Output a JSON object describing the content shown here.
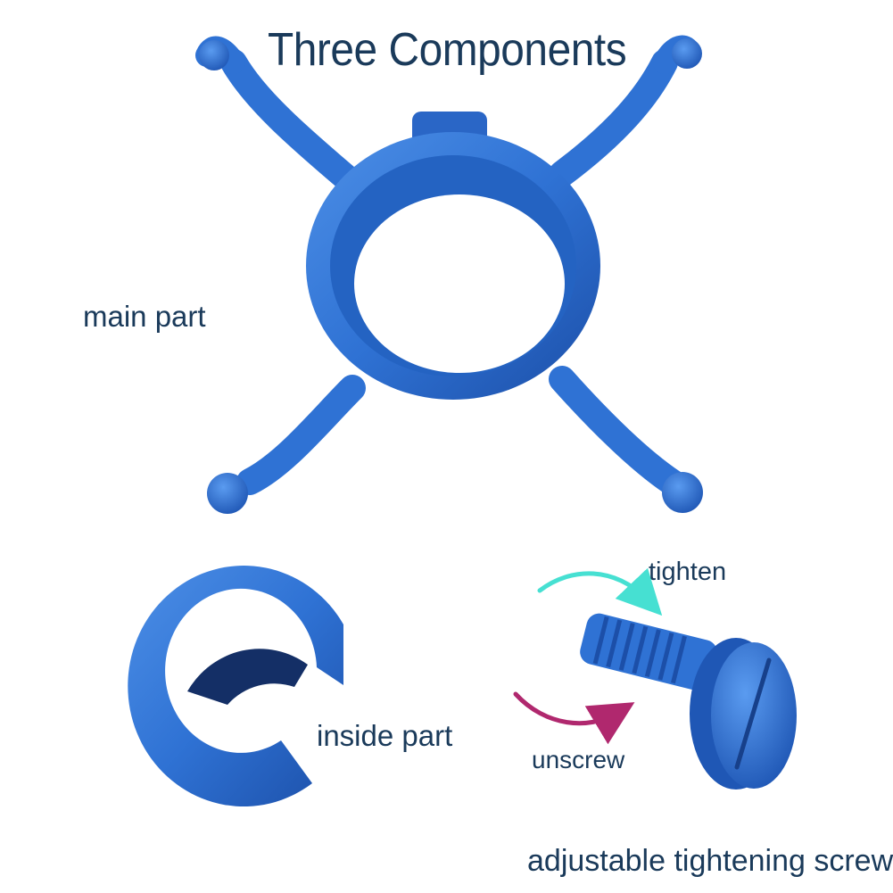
{
  "title": "Three Components",
  "labels": {
    "main_part": "main part",
    "inside_part": "inside part",
    "tighten": "tighten",
    "unscrew": "unscrew",
    "screw": "adjustable tightening screw"
  },
  "colors": {
    "plastic_blue": "#2f72d4",
    "plastic_dark": "#1c4fa8",
    "text": "#1a3a5a",
    "tighten_arrow": "#46e0d2",
    "unscrew_arrow": "#b0286e"
  }
}
